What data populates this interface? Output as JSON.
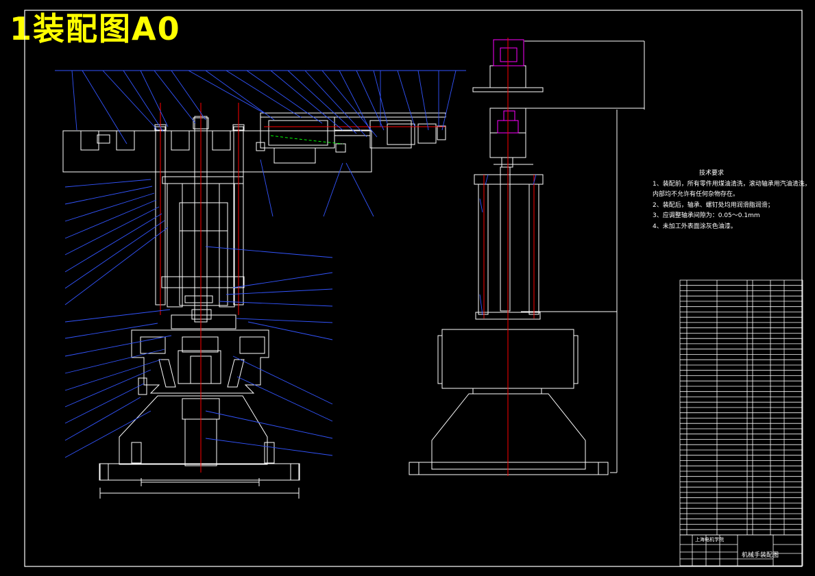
{
  "title": "1装配图A0",
  "technical_requirements": {
    "heading": "技术要求",
    "items": [
      "1、装配前，所有零件用煤油清洗，滚动轴承用汽油清洗，",
      "内部均不允许有任何杂物存在。",
      "2、装配后，轴承、螺钉处均用润滑脂润滑；",
      "3、应调整轴承间隙为：0.05～0.1mm",
      "4、未加工外表面涂灰色油漆。"
    ]
  },
  "title_block": {
    "school": "上海电机学院",
    "drawing_name": "机械手装配图"
  },
  "colors": {
    "background": "#000000",
    "frame": "#ffffff",
    "leader": "#0000ff",
    "centerline": "#ff0000",
    "title": "#ffff00",
    "pneumatic": "#ff00ff",
    "hatch": "#00ff00"
  }
}
